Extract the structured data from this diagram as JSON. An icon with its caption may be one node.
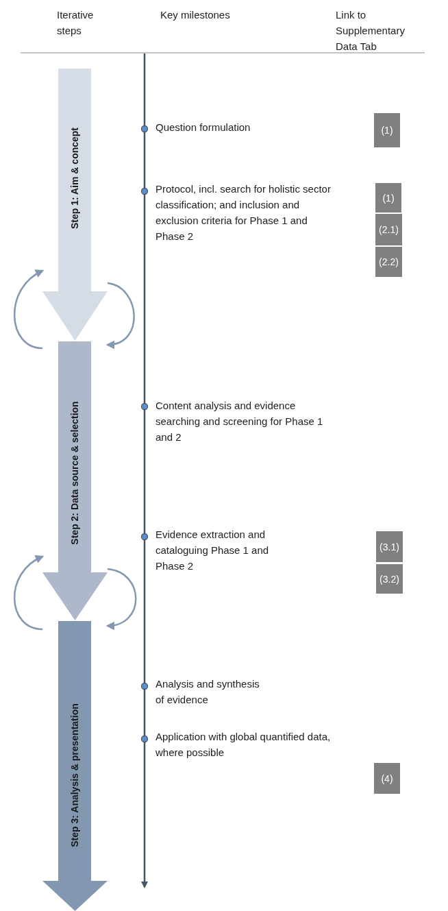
{
  "diagram": {
    "nodes": [
      {
        "text": [
          "Step 1: Aim & concept"
        ]
      },
      {
        "text": [
          "Step 2: Data source & selection"
        ]
      },
      {
        "text": [
          "Step 3: Analysis & presentation"
        ]
      },
      {
        "text": [
          "(1)"
        ]
      },
      {
        "text": [
          "(1)"
        ]
      },
      {
        "text": [
          "(2.1)"
        ]
      },
      {
        "text": [
          "(2.2)"
        ]
      },
      {
        "text": [
          "(3.1)"
        ]
      },
      {
        "text": [
          "(3.2)"
        ]
      },
      {
        "text": [
          "(4)"
        ]
      }
    ],
    "edges": [
      {
        "from": 1,
        "to": 0,
        "arrow": "to"
      },
      {
        "from": 0,
        "to": 1,
        "arrow": "to"
      },
      {
        "from": 2,
        "to": 1,
        "arrow": "to"
      },
      {
        "from": 1,
        "to": 2,
        "arrow": "to"
      }
    ],
    "labels": [
      "Iterative steps",
      "Key milestones",
      "Link to Supplementary Data Tab",
      "Question formulation",
      "Protocol, incl. search for holistic sector classification; and inclusion and exclusion criteria for Phase 1 and Phase 2",
      "Content analysis and evidence searching and screening for Phase 1 and 2",
      "Evidence extraction and cataloguing Phase 1 and Phase 2",
      "Analysis and synthesis of evidence",
      "Application with global quantified data, where possible"
    ]
  }
}
